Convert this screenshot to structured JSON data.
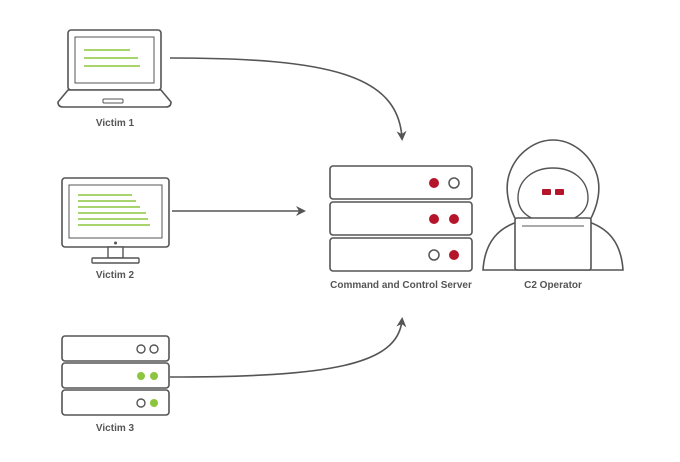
{
  "nodes": {
    "victim1": {
      "label": "Victim 1",
      "icon": "laptop-icon"
    },
    "victim2": {
      "label": "Victim 2",
      "icon": "monitor-icon"
    },
    "victim3": {
      "label": "Victim 3",
      "icon": "server-rack-icon"
    },
    "c2_server": {
      "label": "Command and Control Server",
      "icon": "server-rack-icon"
    },
    "c2_operator": {
      "label": "C2 Operator",
      "icon": "hooded-hacker-icon"
    }
  },
  "edges": [
    {
      "from": "victim1",
      "to": "c2_server"
    },
    {
      "from": "victim2",
      "to": "c2_server"
    },
    {
      "from": "victim3",
      "to": "c2_server"
    }
  ],
  "colors": {
    "outline": "#555555",
    "victim_accent": "#8cc63f",
    "server_accent": "#b5152b",
    "background": "#ffffff"
  }
}
